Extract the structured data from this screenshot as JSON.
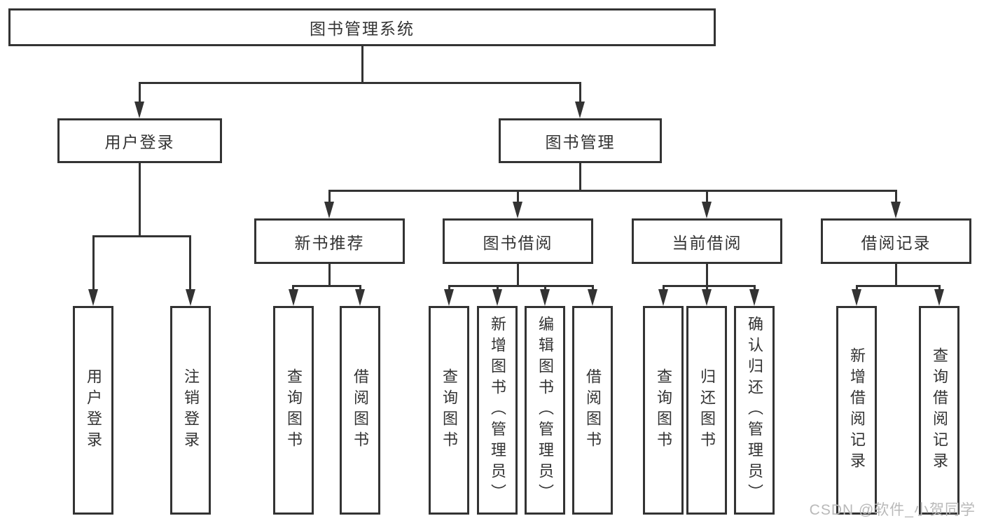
{
  "root": {
    "label": "图书管理系统"
  },
  "level2": {
    "user_login": {
      "label": "用户登录"
    },
    "book_mgmt": {
      "label": "图书管理"
    }
  },
  "level3": {
    "new_books": {
      "label": "新书推荐"
    },
    "book_borrow": {
      "label": "图书借阅"
    },
    "current_borrow": {
      "label": "当前借阅"
    },
    "borrow_records": {
      "label": "借阅记录"
    }
  },
  "leaves": {
    "login": {
      "label": "用户登录"
    },
    "logout": {
      "label": "注销登录"
    },
    "nb_query": {
      "label": "查询图书"
    },
    "nb_borrow": {
      "label": "借阅图书"
    },
    "bb_query": {
      "label": "查询图书"
    },
    "bb_add": {
      "label": "新增图书（管理员）"
    },
    "bb_edit": {
      "label": "编辑图书（管理员）"
    },
    "bb_borrow": {
      "label": "借阅图书"
    },
    "cb_query": {
      "label": "查询图书"
    },
    "cb_return": {
      "label": "归还图书"
    },
    "cb_confirm": {
      "label": "确认归还（管理员）"
    },
    "br_add": {
      "label": "新增借阅记录"
    },
    "br_query": {
      "label": "查询借阅记录"
    }
  },
  "watermark": {
    "text": "CSDN @软件_小贺同学"
  },
  "colors": {
    "line": "#333333",
    "text": "#333333",
    "watermark": "#b9b9b9",
    "background": "#ffffff"
  }
}
